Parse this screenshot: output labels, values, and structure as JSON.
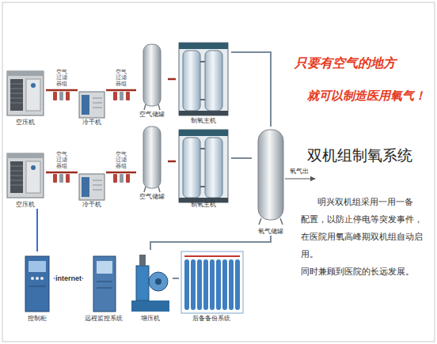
{
  "diagram": {
    "title": "双机组制氧系统",
    "nodes": [
      {
        "text": [
          "空压机"
        ]
      },
      {
        "text": [
          "空气过滤器组"
        ]
      },
      {
        "text": [
          "冷干机"
        ]
      },
      {
        "text": [
          "空气过滤器组"
        ]
      },
      {
        "text": [
          "空气储罐"
        ]
      },
      {
        "text": [
          "制氧主机"
        ]
      },
      {
        "text": [
          "空压机"
        ]
      },
      {
        "text": [
          "空气过滤器组"
        ]
      },
      {
        "text": [
          "冷干机"
        ]
      },
      {
        "text": [
          "空气过滤器组"
        ]
      },
      {
        "text": [
          "空气储罐"
        ]
      },
      {
        "text": [
          "制氧主机"
        ]
      },
      {
        "text": [
          "氧气储罐"
        ]
      },
      {
        "text": [
          "控制柜"
        ]
      },
      {
        "text": [
          "远程监控系统"
        ]
      },
      {
        "text": [
          "增压机"
        ]
      },
      {
        "text": [
          "后备备份系统"
        ]
      }
    ],
    "edges": [
      {
        "from": 0,
        "to": 1,
        "arrow": "none"
      },
      {
        "from": 1,
        "to": 2,
        "arrow": "none"
      },
      {
        "from": 2,
        "to": 3,
        "arrow": "none"
      },
      {
        "from": 3,
        "to": 4,
        "arrow": "none"
      },
      {
        "from": 4,
        "to": 5,
        "arrow": "none"
      },
      {
        "from": 6,
        "to": 7,
        "arrow": "none"
      },
      {
        "from": 7,
        "to": 8,
        "arrow": "none"
      },
      {
        "from": 8,
        "to": 9,
        "arrow": "none"
      },
      {
        "from": 9,
        "to": 10,
        "arrow": "none"
      },
      {
        "from": 10,
        "to": 11,
        "arrow": "none"
      },
      {
        "from": 5,
        "to": 12,
        "arrow": "none"
      },
      {
        "from": 11,
        "to": 12,
        "arrow": "none"
      },
      {
        "from": 12,
        "to": 15,
        "arrow": "none"
      },
      {
        "from": 15,
        "to": 16,
        "arrow": "none"
      },
      {
        "from": 13,
        "to": 14,
        "label": "internet",
        "arrow": "none"
      },
      {
        "from": 13,
        "to": 6,
        "arrow": "none"
      }
    ],
    "labels": [
      "只要有空气的地方",
      "就可以制造医用氧气！",
      "明兴双机组采用一用一备 配置，以防止停电等突发事件， 在医院用氧高峰期双机组自动启 用。同时兼顾到医院的长远发展。",
      "氧气出"
    ]
  }
}
